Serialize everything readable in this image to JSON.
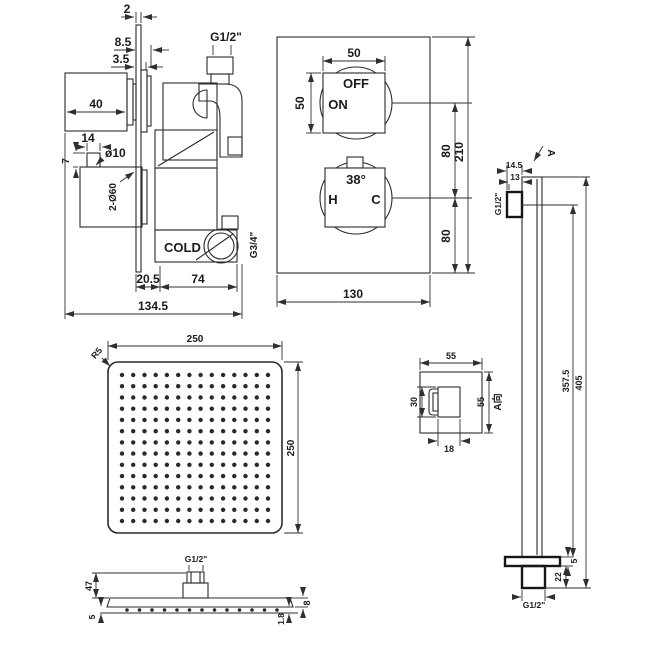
{
  "colors": {
    "ink": "#1f1f1f",
    "background": "#ffffff"
  },
  "valve_side": {
    "plate_thickness": "2",
    "gap_top": "8.5",
    "gap_bottom": "3.5",
    "handle_depth": "40",
    "button_width": "14",
    "button_dia": "ø10",
    "button_height": "7",
    "escutcheon": "2-Ø60",
    "cold_port": "COLD",
    "outlet_thread": "G1/2\"",
    "cold_inlet_thread": "G3/4\"",
    "depth_front": "20.5",
    "depth_body": "74",
    "depth_total": "134.5"
  },
  "valve_front": {
    "knob_width": "50",
    "knob_height": "50",
    "off_label": "OFF",
    "on_label": "ON",
    "temp_label": "38°",
    "hot_label": "H",
    "cold_label": "C",
    "knob_spacing": "80",
    "knob_to_edge": "80",
    "plate_height": "210",
    "plate_width": "130"
  },
  "shower_arm": {
    "flange_depth": "14.5",
    "flange_width": "13",
    "view_arrow": "A",
    "wall_thread": "G1/2\"",
    "length_inner": "357.5",
    "length_total": "405",
    "tip_flange": "5",
    "tip_length": "22",
    "tip_thread": "G1/2\""
  },
  "head_top": {
    "width": "250",
    "height": "250",
    "corner_radius": "R5",
    "grid_rows": 14,
    "grid_cols": 14
  },
  "bracket_detail": {
    "width": "55",
    "height": "55",
    "slot_height": "30",
    "slot_width": "18",
    "view_label": "A向"
  },
  "head_side": {
    "thread": "G1/2\"",
    "connector_height": "47",
    "lip_drop": "5",
    "edge_thickness": "8",
    "apron_lip": "1.8",
    "nozzle_count": 13
  }
}
